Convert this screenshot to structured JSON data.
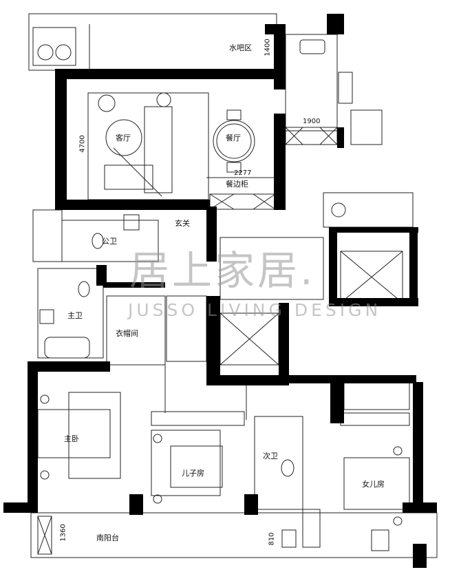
{
  "rooms": {
    "water_bar": "水吧区",
    "living": "客厅",
    "dining": "餐厅",
    "sideboard": "餐边柜",
    "public_bath": "公卫",
    "foyer": "玄关",
    "master_bath": "主卫",
    "cloakroom": "衣帽间",
    "master_bedroom": "主卧",
    "son_room": "儿子房",
    "second_bath": "次卫",
    "daughter_room": "女儿房",
    "south_balcony": "南阳台"
  },
  "dimensions": {
    "water_bar_depth": "1400",
    "kitchen_width": "1900",
    "living_depth": "4700",
    "sideboard_width": "2277",
    "balcony_depth": "1360",
    "balcony_small": "810"
  },
  "watermark": {
    "cn": "居上家居.",
    "en": "JUSSO LIVING DESIGN"
  },
  "colors": {
    "wall": "#000000",
    "line": "#222222"
  }
}
